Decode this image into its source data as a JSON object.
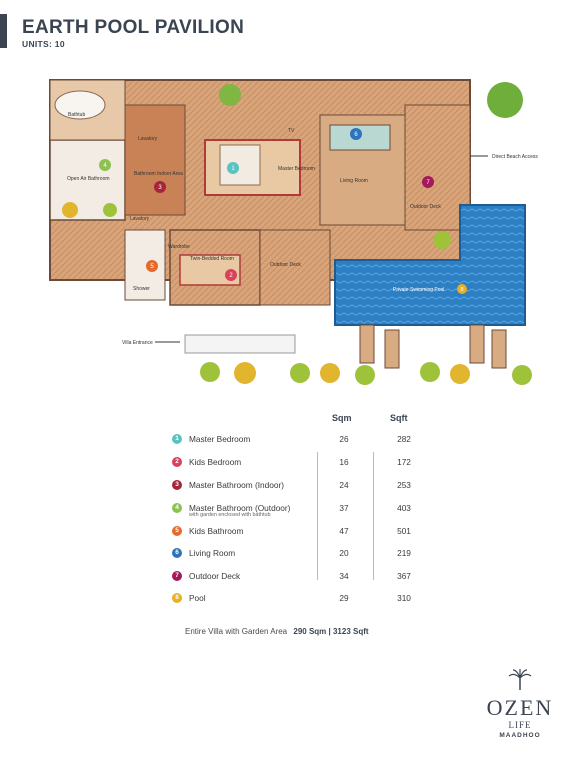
{
  "header": {
    "title": "EARTH POOL PAVILION",
    "units": "UNITS: 10"
  },
  "plan": {
    "labels": {
      "bathtub": "Bathtub",
      "lavatory_top": "Lavatory",
      "tv": "TV",
      "open_air_bathroom": "Open Air Bathroom",
      "bathroom_indoor": "Bathroom Indoor Area",
      "master_bedroom": "Master Bedroom",
      "living_room": "Living Room",
      "direct_beach_access": "Direct Beach Access",
      "outdoor_deck_right": "Outdoor Deck",
      "lavatory_left": "Lavatory",
      "wardrobe": "Wardrobe",
      "twin_bedded_room": "Twin-Bedded Room",
      "outdoor_deck_mid": "Outdoor Deck",
      "shower": "Shower",
      "private_pool": "Private Swimming Pool",
      "villa_entrance": "Villa Entrance"
    },
    "markers": [
      "1",
      "2",
      "3",
      "4",
      "5",
      "6",
      "7",
      "8"
    ]
  },
  "table": {
    "col_sqm": "Sqm",
    "col_sqft": "Sqft",
    "rows": [
      {
        "num": "1",
        "label": "Master Bedroom",
        "sub": "",
        "sqm": "26",
        "sqft": "282",
        "color": "#5bc2c0"
      },
      {
        "num": "2",
        "label": "Kids Bedroom",
        "sub": "",
        "sqm": "16",
        "sqft": "172",
        "color": "#d9405a"
      },
      {
        "num": "3",
        "label": "Master Bathroom (Indoor)",
        "sub": "",
        "sqm": "24",
        "sqft": "253",
        "color": "#a7243b"
      },
      {
        "num": "4",
        "label": "Master Bathroom (Outdoor)",
        "sub": "with garden enclosed with bathtub",
        "sqm": "37",
        "sqft": "403",
        "color": "#8dc152"
      },
      {
        "num": "5",
        "label": "Kids Bathroom",
        "sub": "",
        "sqm": "47",
        "sqft": "501",
        "color": "#e76a2d"
      },
      {
        "num": "6",
        "label": "Living Room",
        "sub": "",
        "sqm": "20",
        "sqft": "219",
        "color": "#2f73bb"
      },
      {
        "num": "7",
        "label": "Outdoor Deck",
        "sub": "",
        "sqm": "34",
        "sqft": "367",
        "color": "#a3195b"
      },
      {
        "num": "8",
        "label": "Pool",
        "sub": "",
        "sqm": "29",
        "sqft": "310",
        "color": "#e8b022"
      }
    ],
    "total_label": "Entire Villa with Garden Area",
    "total_value": "290 Sqm | 3123 Sqft"
  },
  "logo": {
    "name": "OZEN",
    "line2": "LIFE",
    "line3": "MAADHOO",
    "icon": "palm-tree-icon"
  }
}
